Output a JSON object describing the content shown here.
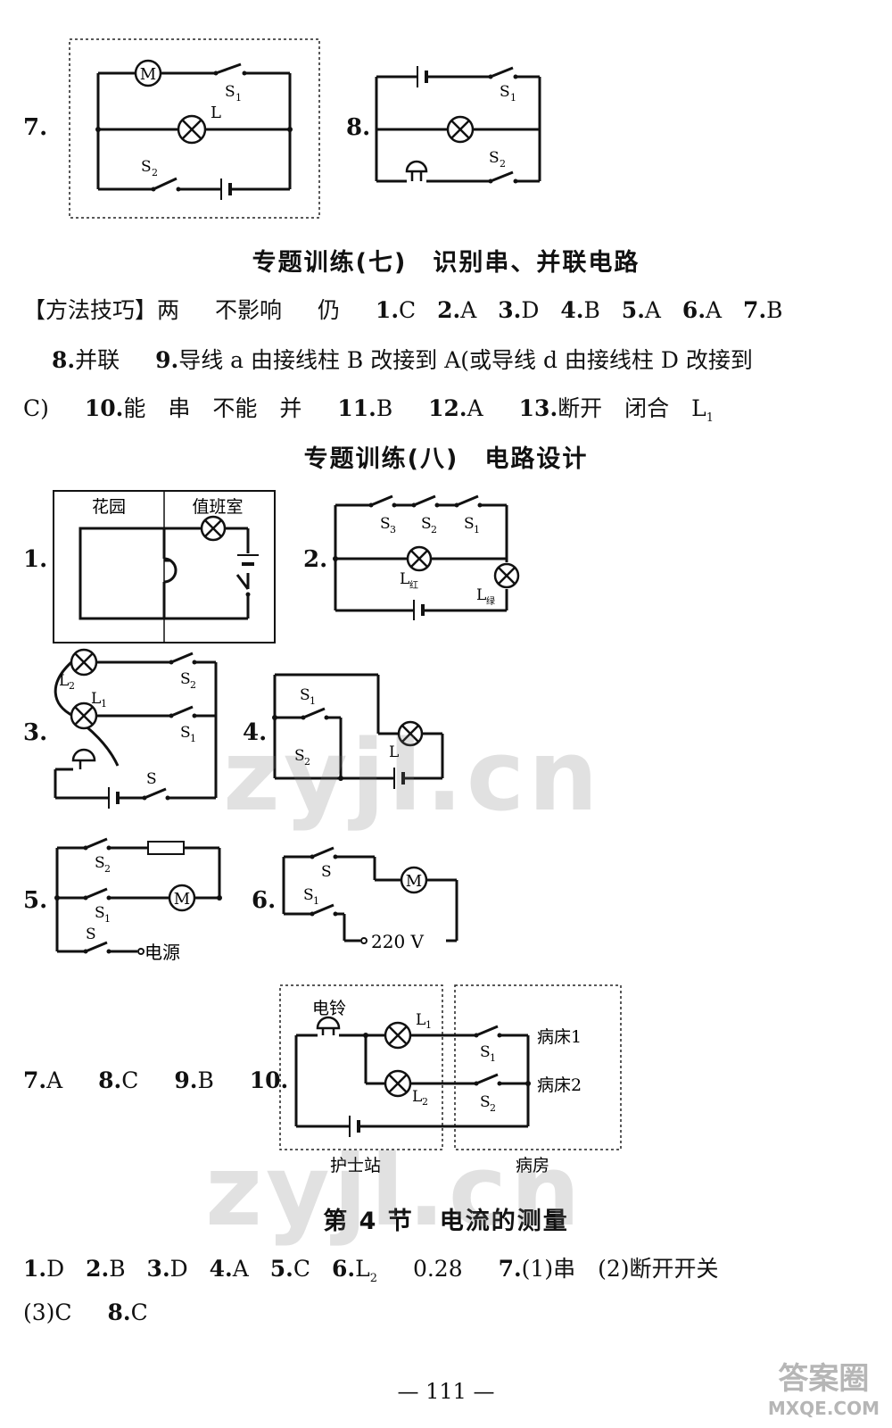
{
  "top_circuits": {
    "q7": {
      "num": "7.",
      "labels": {
        "motor": "M",
        "lamp": "L",
        "s1": "S",
        "s1_sub": "1",
        "s2": "S",
        "s2_sub": "2"
      }
    },
    "q8": {
      "num": "8.",
      "labels": {
        "s1": "S",
        "s1_sub": "1",
        "s2": "S",
        "s2_sub": "2"
      }
    }
  },
  "section7": {
    "title": "专题训练(七)　识别串、并联电路",
    "line1": {
      "tag": "【方法技巧】",
      "items": [
        "两",
        "不影响",
        "仍"
      ],
      "answers": [
        [
          "1.",
          "C"
        ],
        [
          "2.",
          "A"
        ],
        [
          "3.",
          "D"
        ],
        [
          "4.",
          "B"
        ],
        [
          "5.",
          "A"
        ],
        [
          "6.",
          "A"
        ],
        [
          "7.",
          "B"
        ]
      ]
    },
    "line2": {
      "a_num": "8.",
      "a_val": "并联",
      "b_num": "9.",
      "b_val": "导线 a 由接线柱 B 改接到 A(或导线 d 由接线柱 D 改接到"
    },
    "line3": {
      "cont": "C)",
      "items": [
        [
          "10.",
          "能　串　不能　并"
        ],
        [
          "11.",
          "B"
        ],
        [
          "12.",
          "A"
        ],
        [
          "13.",
          "断开　闭合　L"
        ]
      ],
      "sub": "1"
    }
  },
  "section8": {
    "title": "专题训练(八)　电路设计",
    "d1": {
      "num": "1.",
      "garden": "花园",
      "duty": "值班室"
    },
    "d2": {
      "num": "2.",
      "s3": "S",
      "s3_sub": "3",
      "s2": "S",
      "s2_sub": "2",
      "s1": "S",
      "s1_sub": "1",
      "lr": "L",
      "lr_sub": "红",
      "lg": "L",
      "lg_sub": "绿"
    },
    "d3": {
      "num": "3.",
      "l2": "L",
      "l2_sub": "2",
      "l1": "L",
      "l1_sub": "1",
      "s2": "S",
      "s2_sub": "2",
      "s1": "S",
      "s1_sub": "1",
      "s": "S"
    },
    "d4": {
      "num": "4.",
      "s1": "S",
      "s1_sub": "1",
      "s2": "S",
      "s2_sub": "2",
      "l": "L"
    },
    "d5": {
      "num": "5.",
      "s2": "S",
      "s2_sub": "2",
      "s1": "S",
      "s1_sub": "1",
      "s": "S",
      "m": "M",
      "power": "电源"
    },
    "d6": {
      "num": "6.",
      "s": "S",
      "s1": "S",
      "s1_sub": "1",
      "m": "M",
      "v": "220 V"
    },
    "answers": [
      [
        "7.",
        "A"
      ],
      [
        "8.",
        "C"
      ],
      [
        "9.",
        "B"
      ]
    ],
    "d10": {
      "num": "10.",
      "bell": "电铃",
      "l1": "L",
      "l1_sub": "1",
      "l2": "L",
      "l2_sub": "2",
      "s1": "S",
      "s1_sub": "1",
      "s2": "S",
      "s2_sub": "2",
      "bed1": "病床1",
      "bed2": "病床2",
      "nurse": "护士站",
      "ward": "病房"
    }
  },
  "section4": {
    "title": "第 4 节　电流的测量",
    "line1": [
      [
        "1.",
        "D"
      ],
      [
        "2.",
        "B"
      ],
      [
        "3.",
        "D"
      ],
      [
        "4.",
        "A"
      ],
      [
        "5.",
        "C"
      ],
      [
        "6.",
        "L"
      ]
    ],
    "l_sub": "2",
    "val": "0.28",
    "q7": [
      "7.",
      "(1)串　(2)断开开关"
    ],
    "line2": [
      "(3)C",
      "8.",
      "C"
    ]
  },
  "page_number": "— 111 —",
  "watermarks": [
    "zyjl.cn",
    "zyjl.cn"
  ],
  "corner": {
    "logo": "答案圈",
    "site": "MXQE.COM"
  }
}
